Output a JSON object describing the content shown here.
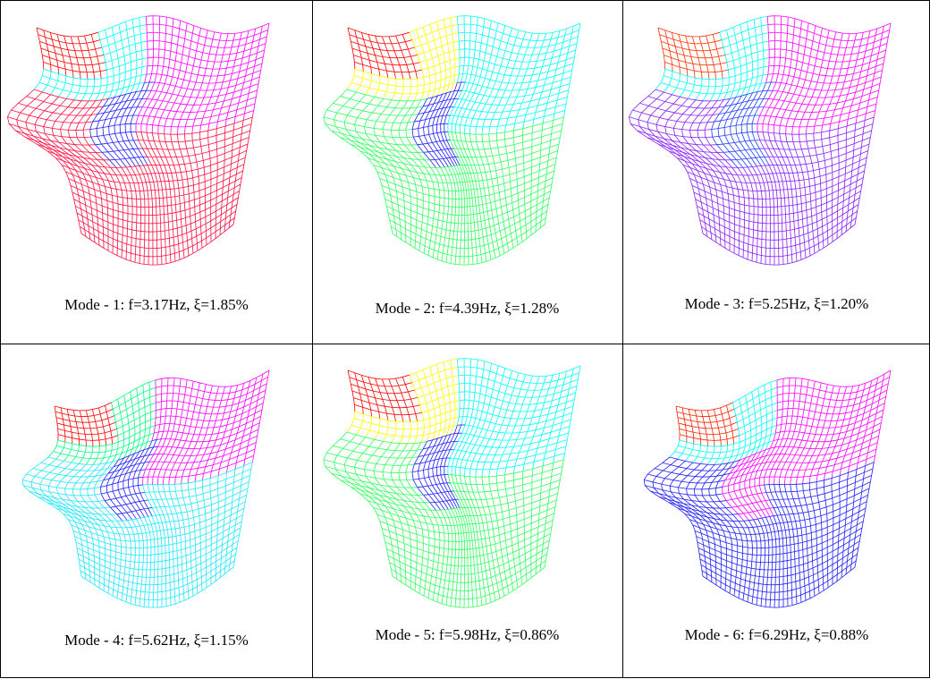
{
  "modes": [
    {
      "caption": "Mode - 1: f=3.17Hz, ξ=1.85%",
      "mesh_icon": "mode-shape-1",
      "colors": {
        "base": "#ff1040",
        "twist": "#2020ff",
        "accent": "#ff00ff",
        "tip": "#ff0000",
        "mid": "#00ffff"
      }
    },
    {
      "caption": "Mode - 2: f=4.39Hz, ξ=1.28%",
      "mesh_icon": "mode-shape-2",
      "colors": {
        "base": "#30ff60",
        "twist": "#2020ff",
        "accent": "#00ffff",
        "tip": "#ff0000",
        "mid": "#ffff00"
      }
    },
    {
      "caption": "Mode - 3: f=5.25Hz, ξ=1.20%",
      "mesh_icon": "mode-shape-3",
      "colors": {
        "base": "#8a20ff",
        "twist": "#2040ff",
        "accent": "#ff00ff",
        "tip": "#ff3000",
        "mid": "#00ffff"
      }
    },
    {
      "caption": "Mode - 4: f=5.62Hz, ξ=1.15%",
      "mesh_icon": "mode-shape-4",
      "colors": {
        "base": "#20e8ff",
        "twist": "#2020ff",
        "accent": "#ff00ff",
        "tip": "#ff0000",
        "mid": "#00ff80"
      }
    },
    {
      "caption": "Mode - 5: f=5.98Hz, ξ=0.86%",
      "mesh_icon": "mode-shape-5",
      "colors": {
        "base": "#30ff60",
        "twist": "#2020ff",
        "accent": "#00ffff",
        "tip": "#ff0000",
        "mid": "#ffff00"
      }
    },
    {
      "caption": "Mode - 6: f=6.29Hz, ξ=0.88%",
      "mesh_icon": "mode-shape-6",
      "colors": {
        "base": "#2020ff",
        "twist": "#ff00ff",
        "accent": "#ff00ff",
        "tip": "#ff2000",
        "mid": "#00ffff"
      }
    }
  ]
}
